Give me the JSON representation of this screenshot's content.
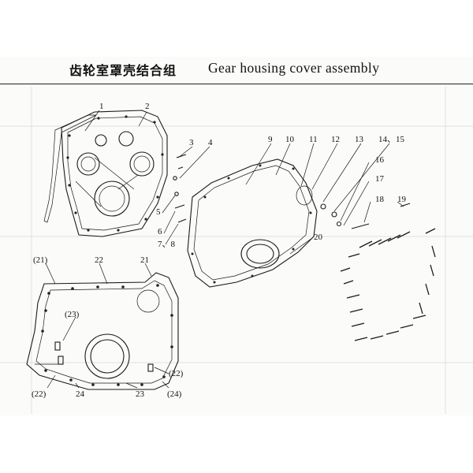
{
  "title": {
    "chinese": "齿轮室罩壳结合组",
    "english": "Gear housing cover assembly"
  },
  "callouts": [
    "1",
    "2",
    "3",
    "4",
    "5",
    "6",
    "7、8",
    "9",
    "10",
    "11",
    "12",
    "13",
    "14、15",
    "16",
    "17",
    "18",
    "19",
    "20"
  ],
  "detail_callouts": [
    "(21)",
    "22",
    "21",
    "(23)",
    "(22)",
    "(22)",
    "24",
    "23",
    "(24)"
  ]
}
